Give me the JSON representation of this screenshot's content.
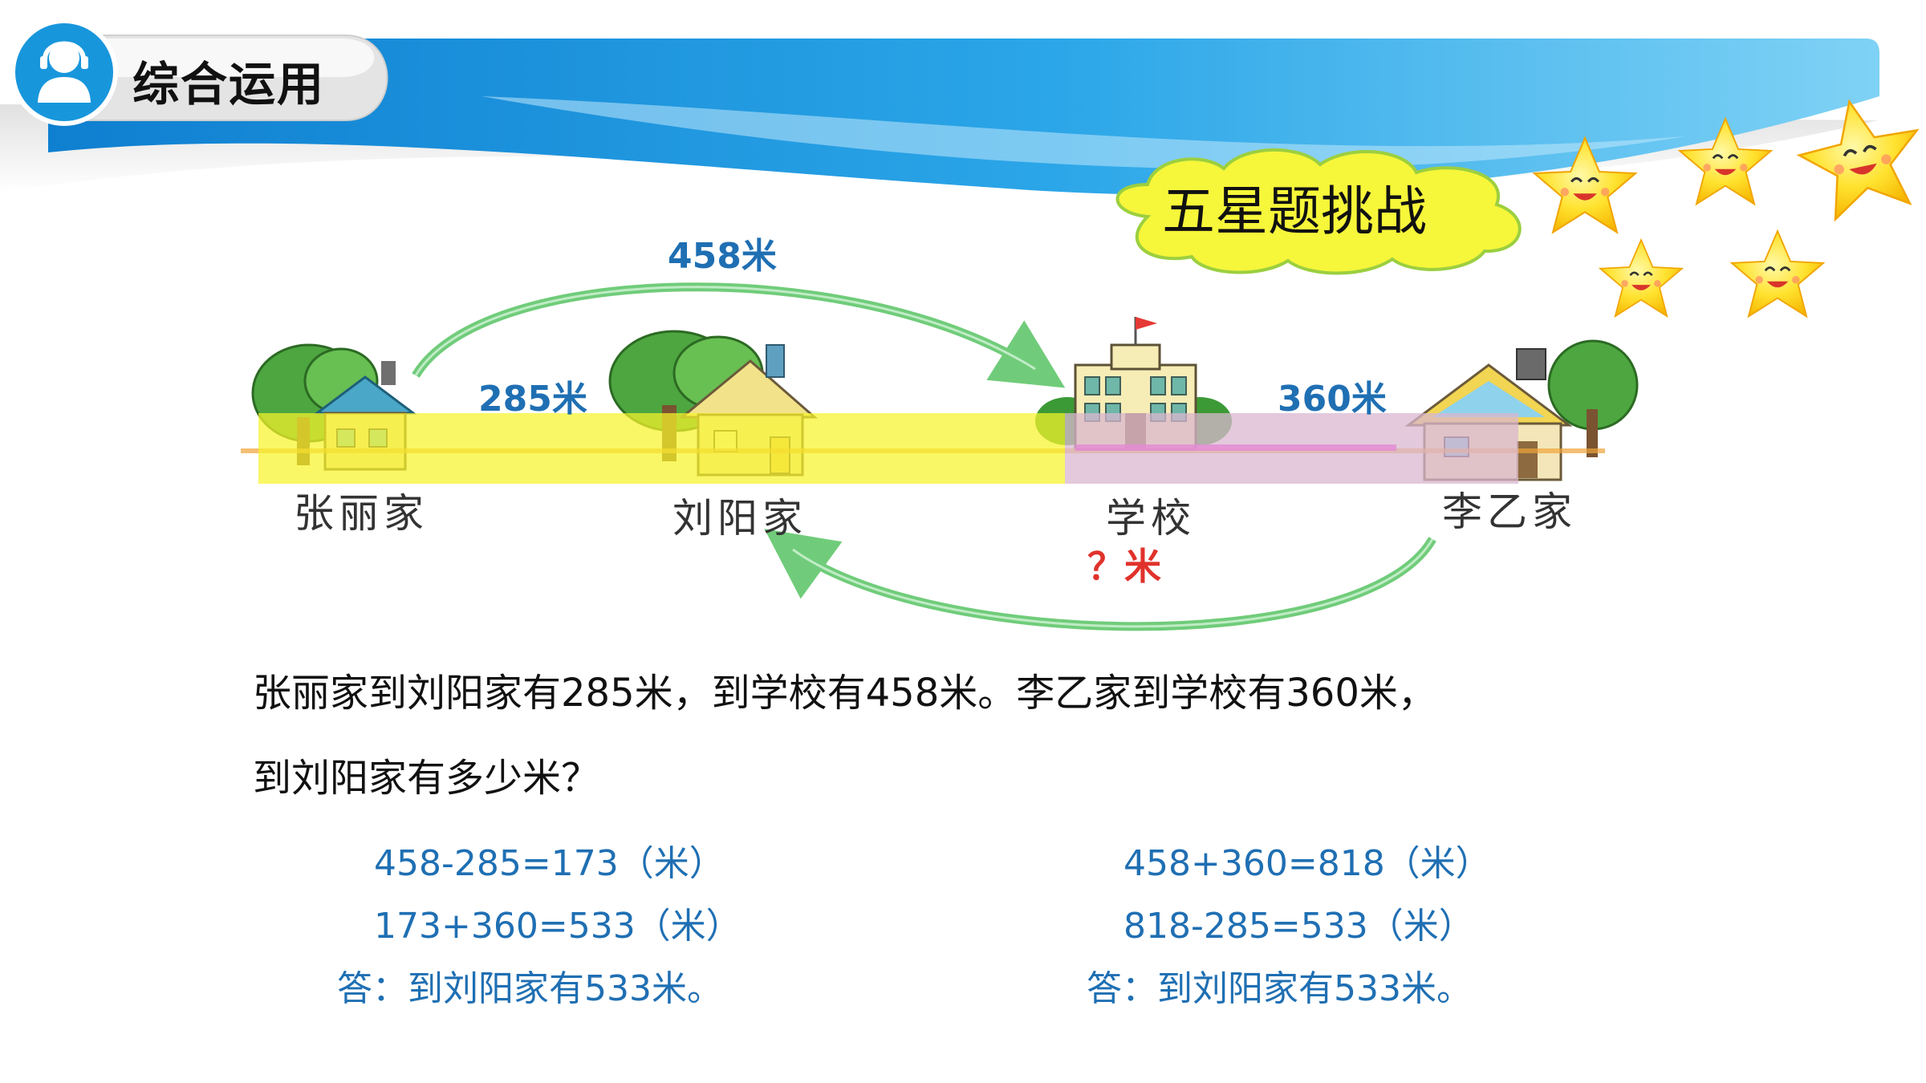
{
  "header": {
    "title": "综合运用"
  },
  "challenge": {
    "label": "五星题挑战"
  },
  "diagram": {
    "places": [
      "张丽家",
      "刘阳家",
      "学校",
      "李乙家"
    ],
    "distances": {
      "zhang_to_school": "458米",
      "zhang_to_liu": "285米",
      "li_to_school": "360米",
      "li_to_liu": "？米"
    }
  },
  "problem": {
    "line1": "张丽家到刘阳家有285米，到学校有458米。李乙家到学校有360米，",
    "line2": "到刘阳家有多少米？"
  },
  "solution_a": {
    "step1": "458-285=173（米）",
    "step2": "173+360=533（米）",
    "answer": "答：到刘阳家有533米。"
  },
  "solution_b": {
    "step1": "458+360=818（米）",
    "step2": "818-285=533（米）",
    "answer": "答：到刘阳家有533米。"
  },
  "colors": {
    "banner_blue": "#1896dc",
    "distance_text": "#1f6fb3",
    "unknown_red": "#e0322b",
    "highlight_yellow": "#f7f42a",
    "highlight_pink": "#d9b7cf",
    "arrow_green": "#58c463",
    "cloud_yellow": "#f6f63a"
  }
}
